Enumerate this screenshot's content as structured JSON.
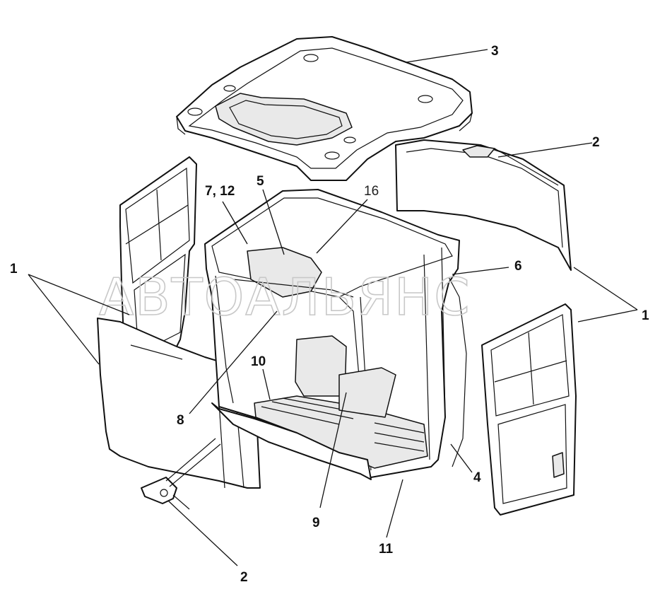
{
  "watermark": "АВТОАЛЬЯНС",
  "callouts": [
    {
      "id": "c1a",
      "label": "1"
    },
    {
      "id": "c1b",
      "label": "1"
    },
    {
      "id": "c2a",
      "label": "2"
    },
    {
      "id": "c2b",
      "label": "2"
    },
    {
      "id": "c3",
      "label": "3"
    },
    {
      "id": "c4",
      "label": "4"
    },
    {
      "id": "c5",
      "label": "5"
    },
    {
      "id": "c6",
      "label": "6"
    },
    {
      "id": "c7",
      "label": "7, 12"
    },
    {
      "id": "c8",
      "label": "8"
    },
    {
      "id": "c9",
      "label": "9"
    },
    {
      "id": "c10",
      "label": "10"
    },
    {
      "id": "c11",
      "label": "11"
    },
    {
      "id": "c16",
      "label": "16"
    }
  ]
}
